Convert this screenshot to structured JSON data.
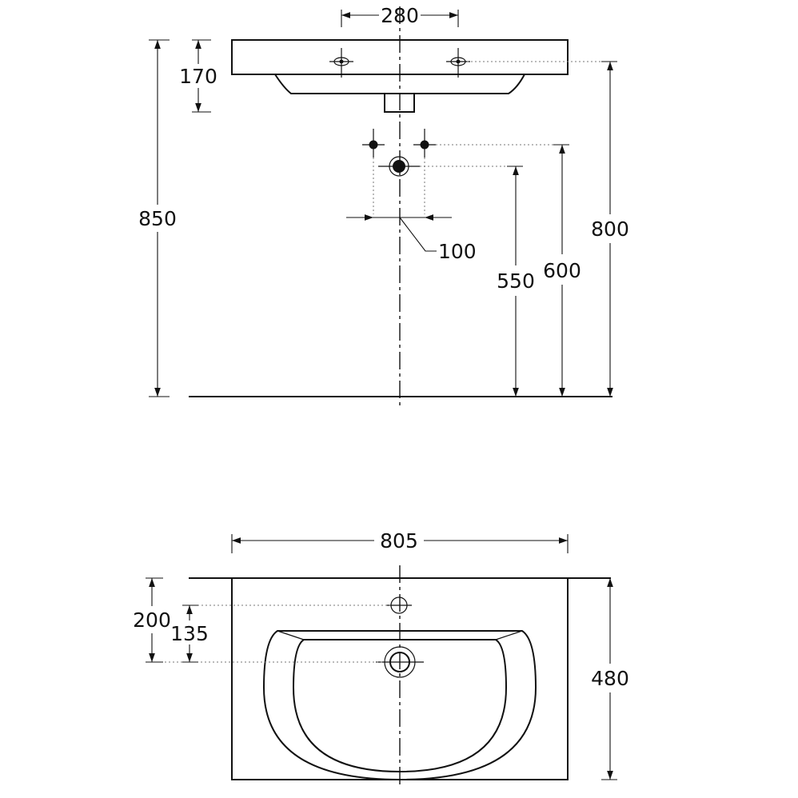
{
  "side_view": {
    "tap_spacing_label": "280",
    "basin_depth_label": "170",
    "total_height_label": "850",
    "top_height_label": "800",
    "supply_height_label": "600",
    "waste_height_label": "550",
    "supply_spacing_label": "100"
  },
  "plan_view": {
    "width_label": "805",
    "depth_label": "480",
    "tap_hole_offset_label": "200",
    "drain_offset_label": "135"
  }
}
